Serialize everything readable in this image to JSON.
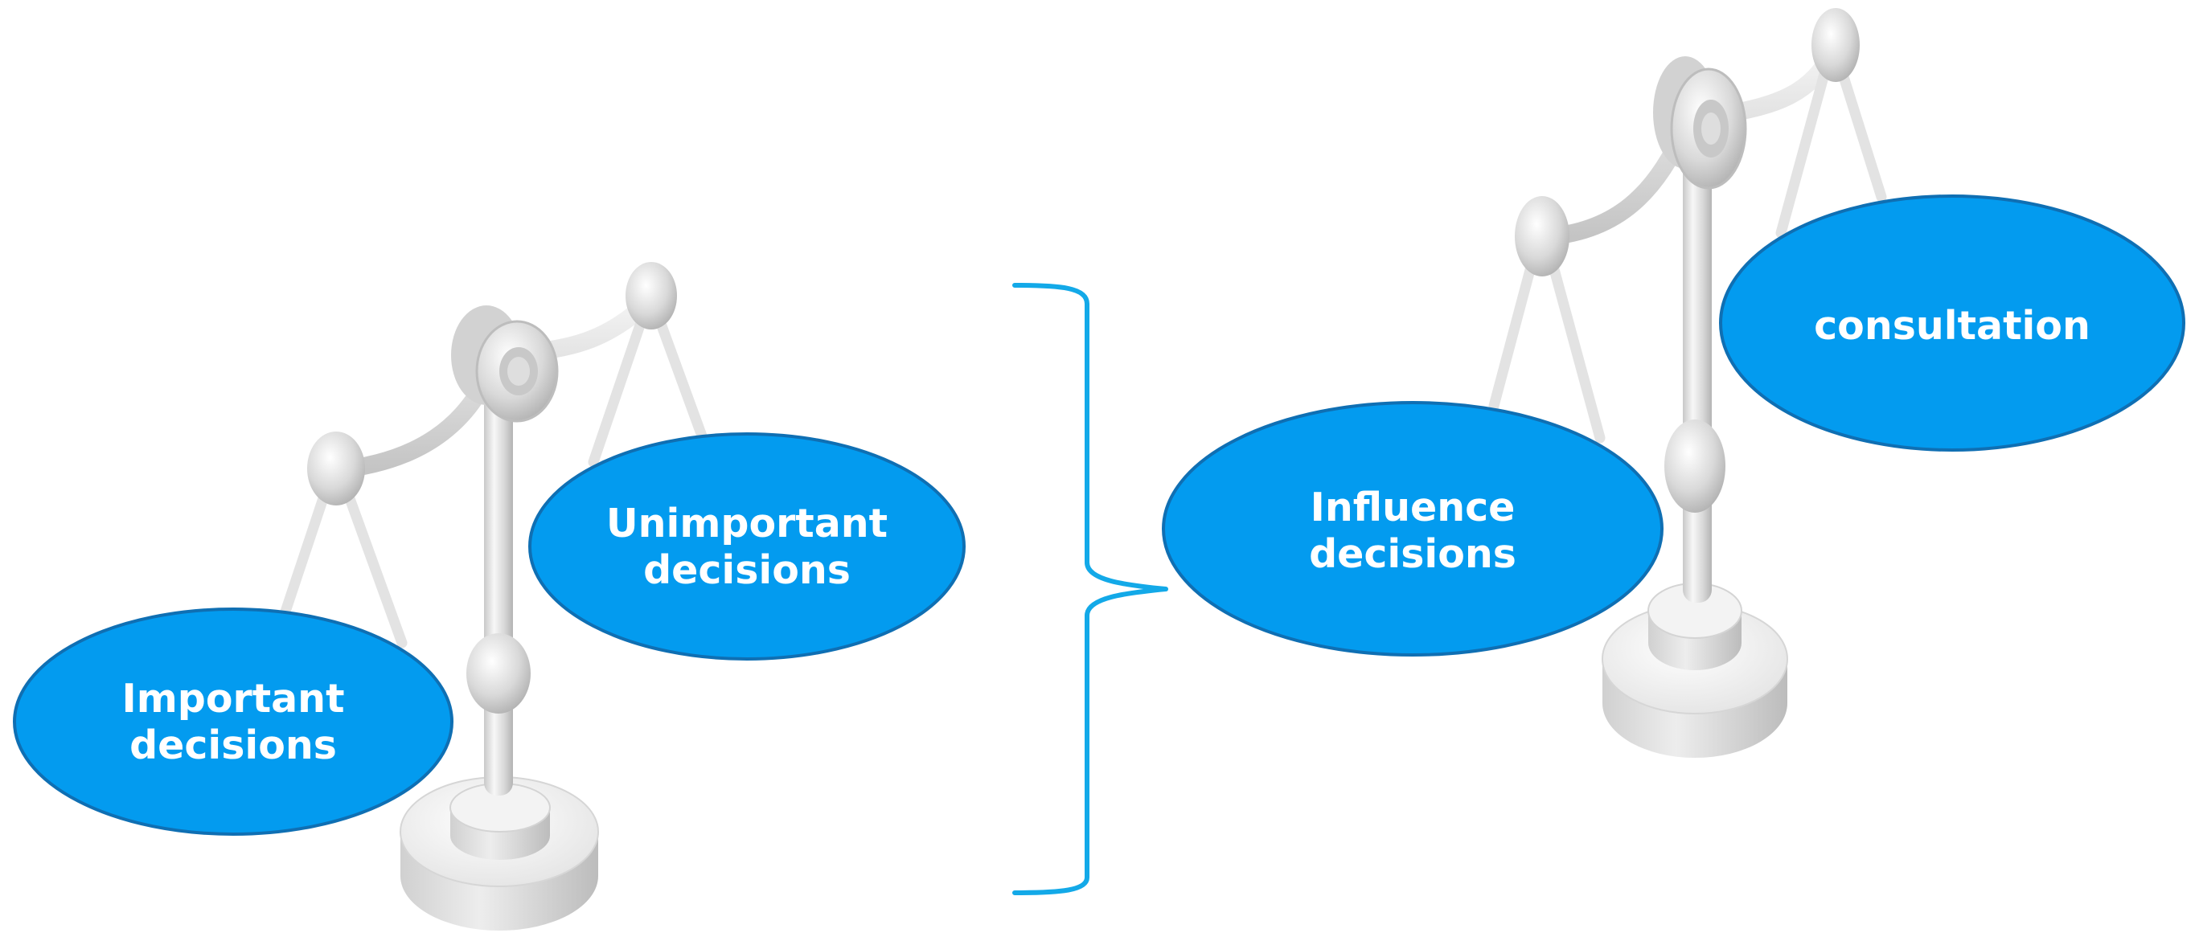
{
  "diagram": {
    "left_scale": {
      "heavy_pan_label": [
        "Important",
        "decisions"
      ],
      "light_pan_label": [
        "Unimportant",
        "decisions"
      ]
    },
    "right_scale": {
      "heavy_pan_label": [
        "Influence",
        "decisions"
      ],
      "light_pan_label": [
        "consultation"
      ]
    }
  },
  "colors": {
    "ellipse_fill": "#039BEF",
    "ellipse_stroke": "#0F6FB3",
    "label_text": "#FFFFFF",
    "brace": "#13A9E8",
    "scale_metal": "#D9D9D9"
  }
}
